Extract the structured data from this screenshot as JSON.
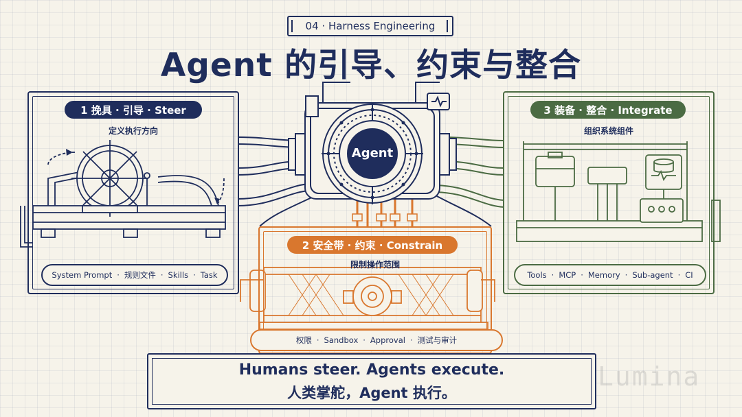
{
  "header": {
    "subtitle": "04 · Harness Engineering",
    "title": "Agent 的引导、约束与整合"
  },
  "center": {
    "label": "Agent"
  },
  "steer": {
    "badge": "1  挽具 · 引导 · Steer",
    "desc": "定义执行方向",
    "items": [
      "System Prompt",
      "规则文件",
      "Skills",
      "Task"
    ]
  },
  "constrain": {
    "badge": "2  安全带 · 约束 · Constrain",
    "desc": "限制操作范围",
    "items": [
      "权限",
      "Sandbox",
      "Approval",
      "测试与审计"
    ]
  },
  "integrate": {
    "badge": "3  装备 · 整合 · Integrate",
    "desc": "组织系统组件",
    "items": [
      "Tools",
      "MCP",
      "Memory",
      "Sub-agent",
      "CI"
    ]
  },
  "motto": {
    "en": "Humans steer. Agents execute.",
    "zh": "人类掌舵，Agent 执行。"
  },
  "watermark": "Lumina",
  "colors": {
    "navy": "#1f2d5c",
    "green": "#4b6b43",
    "orange": "#d9772e",
    "paper": "#f6f3ea"
  }
}
